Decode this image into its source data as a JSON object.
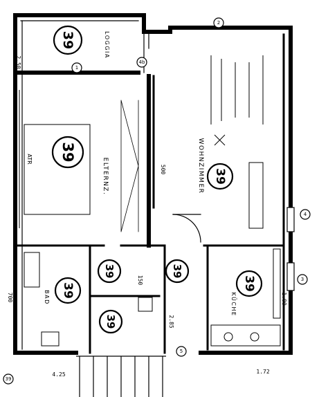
{
  "plan": {
    "rooms": [
      {
        "id": "loggia",
        "label": "LOGGIA",
        "number": "39"
      },
      {
        "id": "eltern",
        "label": "ELTERNZ.",
        "number": "39"
      },
      {
        "id": "wohnzimmer",
        "label": "WOHNZIMMER",
        "number": "39"
      },
      {
        "id": "bad",
        "label": "BAD",
        "number": "39"
      },
      {
        "id": "flur",
        "label": "",
        "number": "39"
      },
      {
        "id": "wc",
        "label": "",
        "number": "39"
      },
      {
        "id": "diele",
        "label": "",
        "number": "39"
      },
      {
        "id": "kueche",
        "label": "KÜCHE",
        "number": "39"
      }
    ],
    "axis_markers": [
      "2",
      "4",
      "3",
      "1",
      "4b",
      "5",
      "39"
    ],
    "dimensions": [
      "500",
      "700",
      "150",
      "1.00",
      "2.50",
      "4.25",
      "1.72",
      "2.85"
    ],
    "other_text": [
      "ATR"
    ]
  }
}
